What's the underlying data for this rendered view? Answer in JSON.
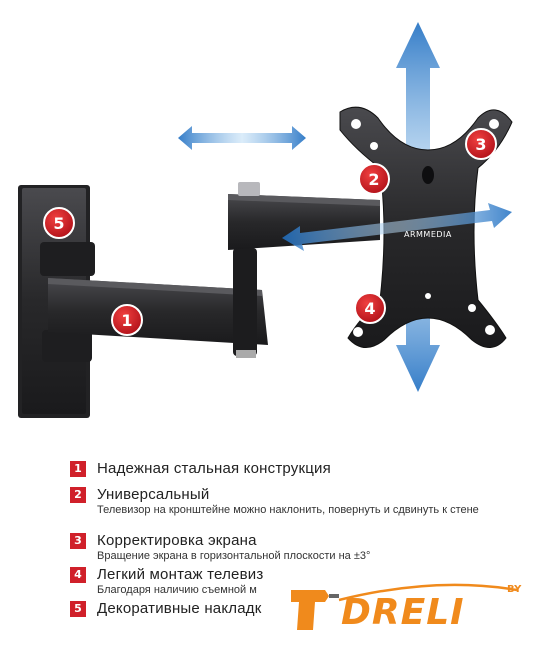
{
  "brand_on_plate": "ARMMEDIA",
  "features": [
    {
      "num": "1",
      "title": "Надежная стальная конструкция",
      "desc": ""
    },
    {
      "num": "2",
      "title": "Универсальный",
      "desc": "Телевизор на кронштейне можно наклонить, повернуть и сдвинуть к стене"
    },
    {
      "num": "3",
      "title": "Корректировка экрана",
      "desc": "Вращение экрана в горизонтальной плоскости на ±3°"
    },
    {
      "num": "4",
      "title": "Легкий монтаж телевиз",
      "desc": "Благодаря наличию съемной м"
    },
    {
      "num": "5",
      "title": "Декоративные накладк",
      "desc": ""
    }
  ],
  "watermark": {
    "text": "DRELI",
    "sup": "BY"
  },
  "colors": {
    "accent": "#d0202a",
    "arrow": "#3a8fd8",
    "metal": "#2a2a2c"
  }
}
